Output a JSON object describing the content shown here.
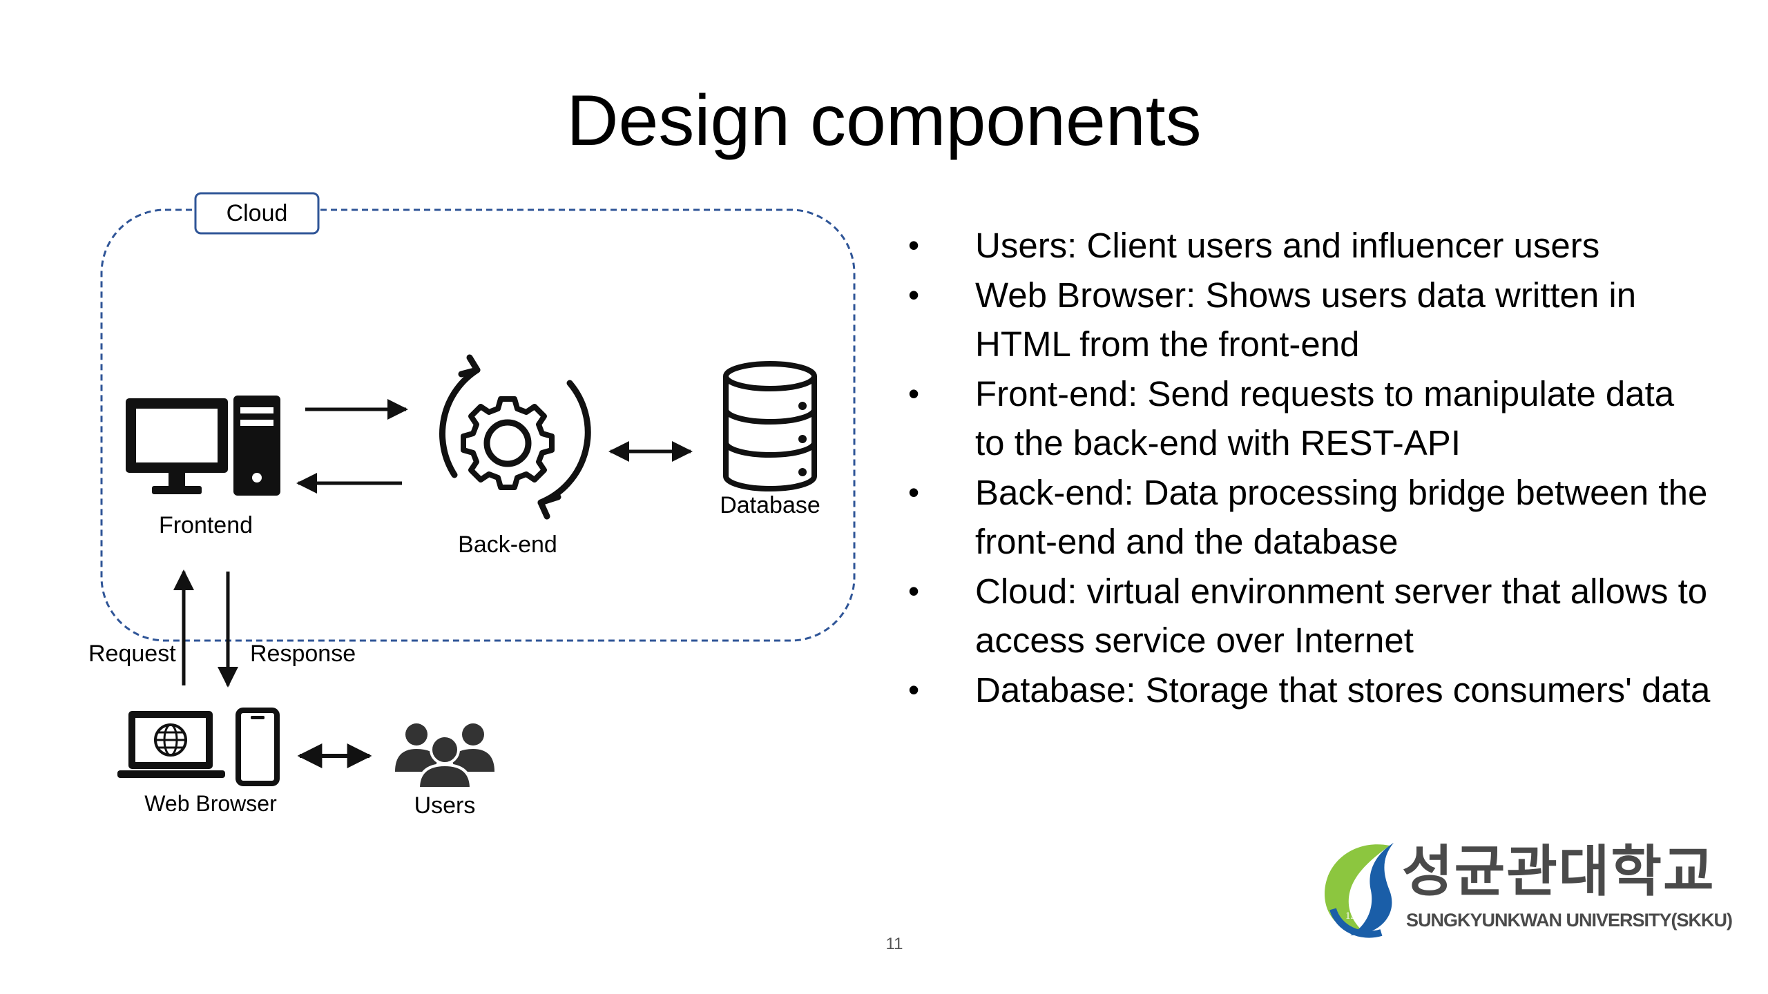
{
  "slide": {
    "title": "Design components",
    "page_number": "11"
  },
  "diagram": {
    "cloud_label": "Cloud",
    "frontend_label": "Frontend",
    "backend_label": "Back-end",
    "database_label": "Database",
    "request_label": "Request",
    "response_label": "Response",
    "web_browser_label": "Web Browser",
    "users_label": "Users",
    "icons": [
      "desktop-computer-icon",
      "gear-cycle-icon",
      "database-icon",
      "laptop-globe-icon",
      "smartphone-icon",
      "users-group-icon"
    ],
    "colors": {
      "cloud_border": "#2f5597",
      "icon": "#111111"
    }
  },
  "bullets": [
    "Users: Client users and influencer users",
    "Web Browser: Shows users data written in HTML from the front-end",
    "Front-end: Send requests to manipulate data to the back-end with REST-API",
    "Back-end: Data processing bridge between the front-end and the database",
    "Cloud: virtual environment server that allows to access service over Internet",
    "Database: Storage that stores consumers' data"
  ],
  "logo": {
    "korean_name": "성균관대학교",
    "english_name": "SUNGKYUNKWAN UNIVERSITY(SKKU)",
    "year": "1398",
    "colors": {
      "green": "#8cc63f",
      "blue": "#1a5ea8",
      "text": "#4a4a4a"
    }
  }
}
